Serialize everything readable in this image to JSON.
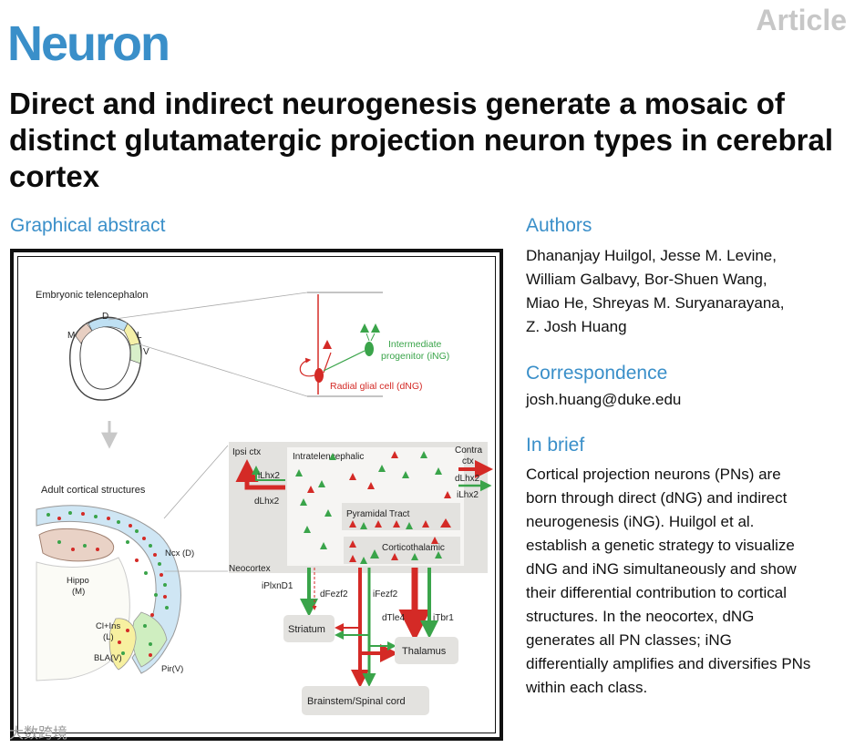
{
  "header": {
    "journal": "Neuron",
    "type": "Article"
  },
  "title": "Direct and indirect neurogenesis generate a mosaic of distinct glutamatergic projection neuron types in cerebral cortex",
  "graphical_abstract": {
    "heading": "Graphical abstract",
    "embryonic_label": "Embryonic telencephalon",
    "region_d": "D",
    "region_m": "M",
    "region_l": "L",
    "region_v": "V",
    "intermediate_1": "Intermediate",
    "intermediate_2": "progenitor (iNG)",
    "radial_glial": "Radial glial cell (dNG)",
    "adult_label": "Adult cortical structures",
    "ncx": "Ncx (D)",
    "hippo_1": "Hippo",
    "hippo_2": "(M)",
    "clins_1": "Cl+Ins",
    "clins_2": "(L)",
    "bla": "BLA(V)",
    "pir": "Pir(V)",
    "ipsi": "Ipsi ctx",
    "intratelencephalic": "Intratelencephalic",
    "contra_1": "Contra",
    "contra_2": "ctx",
    "ilhx2_left": "iLhx2",
    "dlhx2_left": "dLhx2",
    "dlhx2_right": "dLhx2",
    "ilhx2_right": "iLhx2",
    "pyramidal_tract": "Pyramidal Tract",
    "corticothalamic": "Corticothalamic",
    "neocortex": "Neocortex",
    "iplxnd1": "iPlxnD1",
    "dfezf2": "dFezf2",
    "ifezf2": "iFezf2",
    "dtle4": "dTle4",
    "itbr1": "iTbr1",
    "striatum": "Striatum",
    "thalamus": "Thalamus",
    "brainstem": "Brainstem/Spinal cord"
  },
  "authors": {
    "heading": "Authors",
    "line1": "Dhananjay Huilgol, Jesse M. Levine,",
    "line2": "William Galbavy, Bor-Shuen Wang,",
    "line3": "Miao He, Shreyas M. Suryanarayana,",
    "line4": "Z. Josh Huang"
  },
  "correspondence": {
    "heading": "Correspondence",
    "email": "josh.huang@duke.edu"
  },
  "in_brief": {
    "heading": "In brief",
    "lines": [
      "Cortical projection neurons (PNs) are",
      "born through direct (dNG) and indirect",
      "neurogenesis (iNG). Huilgol et al.",
      "establish a genetic strategy to visualize",
      "dNG and iNG simultaneously and show",
      "their differential contribution to cortical",
      "structures. In the neocortex, dNG",
      "generates all PN classes; iNG",
      "differentially amplifies and diversifies PNs",
      "within each class."
    ]
  },
  "watermark": "大数跨境",
  "colors": {
    "brand": "#3a8fc9",
    "dng_red": "#d42a26",
    "ing_green": "#3aa44a"
  }
}
